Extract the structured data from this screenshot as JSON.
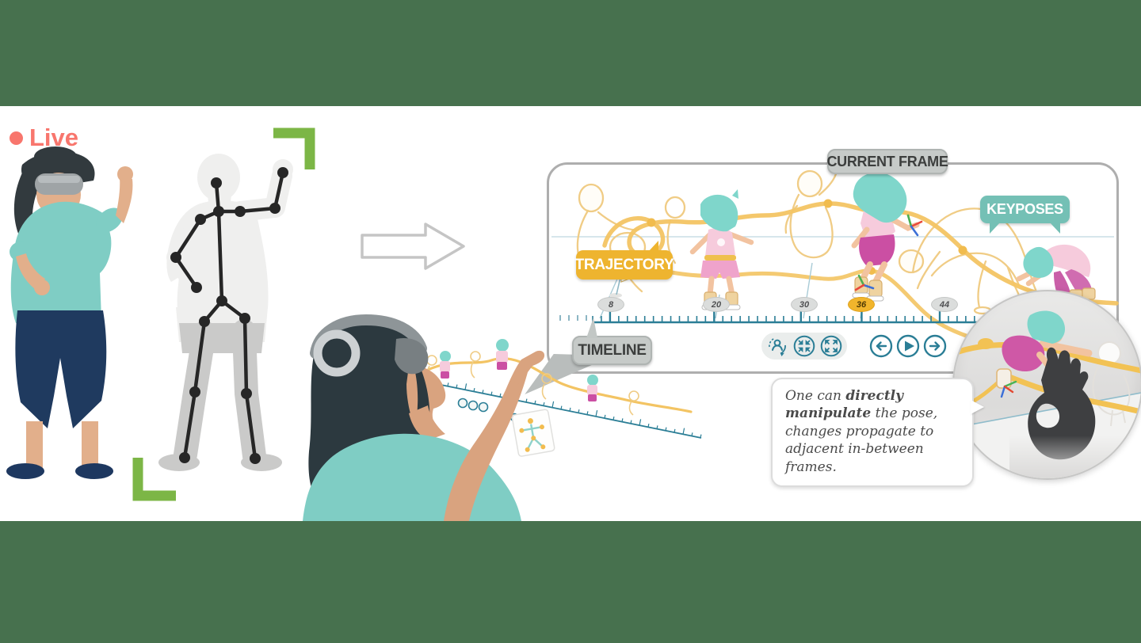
{
  "live": {
    "label": "Live",
    "dot_icon": "record-dot-icon"
  },
  "pipeline": {
    "arrow_icon": "right-arrow-icon"
  },
  "panel": {
    "labels": {
      "current_frame": "CURRENT FRAME",
      "keyposes": "KEYPOSES",
      "trajectory": "TRAJECTORY",
      "timeline": "TIMELINE"
    },
    "timeline": {
      "frames": [
        {
          "value": "8",
          "current": false
        },
        {
          "value": "20",
          "current": false
        },
        {
          "value": "30",
          "current": false
        },
        {
          "value": "36",
          "current": true
        },
        {
          "value": "44",
          "current": false
        }
      ]
    },
    "controls": {
      "view_tools": [
        {
          "name": "avatar-reset",
          "icon": "person-rotate-icon"
        },
        {
          "name": "zoom-collapse",
          "icon": "arrows-inward-icon"
        },
        {
          "name": "zoom-expand",
          "icon": "arrows-outward-icon"
        }
      ],
      "playback": [
        {
          "name": "previous-frame",
          "icon": "arrow-left-circle-icon"
        },
        {
          "name": "play",
          "icon": "play-circle-icon"
        },
        {
          "name": "next-frame",
          "icon": "arrow-right-circle-icon"
        }
      ]
    }
  },
  "callout": {
    "prefix": "One can ",
    "bold": "directly manipulate",
    "suffix": " the pose,  changes propagate to adjacent in-between frames."
  },
  "colors": {
    "letterbox_green": "#47714E",
    "live_red": "#F8766D",
    "shirt_teal": "#7FCDC4",
    "bracket_green": "#7CB646",
    "trajectory_yellow": "#EEB42F",
    "keyposes_teal": "#74C0B5",
    "timeline_teal": "#2B7E96",
    "current_frame_badge": "#F1B52C"
  }
}
